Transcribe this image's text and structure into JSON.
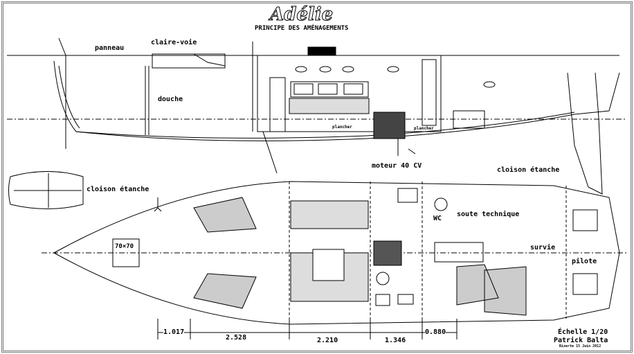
{
  "title": "Adélie",
  "subtitle": "PRINCIPE DES AMÉNAGEMENTS",
  "labels": {
    "panneau": "panneau",
    "claire_voie": "claire-voie",
    "douche": "douche",
    "plancher_1": "plancher",
    "plancher_2": "plancher",
    "moteur": "moteur 40 CV",
    "cloison_1": "cloison étanche",
    "cloison_2": "cloison étanche",
    "wc": "WC",
    "soute": "soute technique",
    "survie": "survie",
    "pilote": "pilote",
    "hatch": "70×70"
  },
  "dimensions": [
    "1.017",
    "2.528",
    "2.210",
    "1.346",
    "0.880"
  ],
  "footer": {
    "scale": "Échelle 1/20",
    "author": "Patrick Balta",
    "place_date": "Bizerte 15 Juin 2012"
  }
}
